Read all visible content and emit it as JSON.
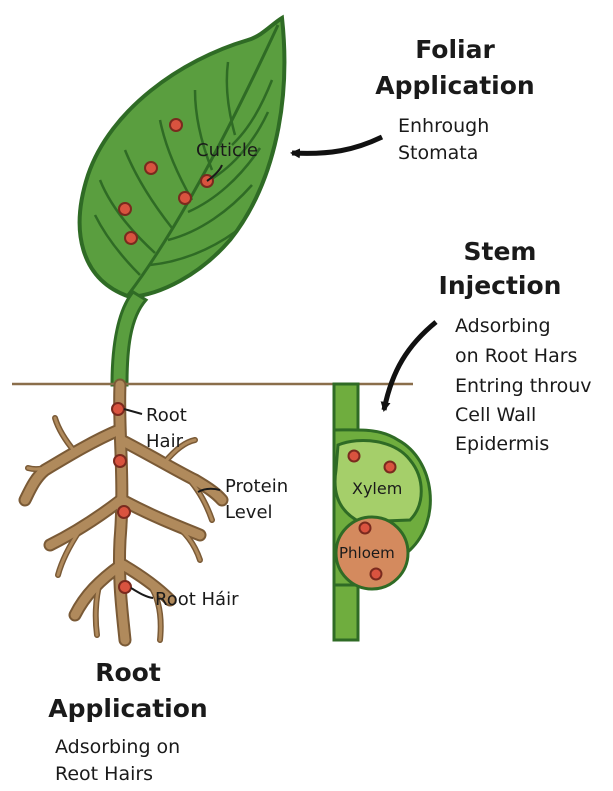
{
  "colors": {
    "leaf_fill": "#5a9e3f",
    "leaf_outline": "#2f6b25",
    "root_fill": "#b08a5c",
    "root_outline": "#7a5a36",
    "ground_line": "#8a6e4b",
    "dot_fill": "#d9533f",
    "stem_outer": "#6fad3e",
    "phloem_fill": "#d48a5e"
  },
  "foliar": {
    "title_line1": "Foliar",
    "title_line2": "Application",
    "desc_line1": "Enhrough",
    "desc_line2": "Stomata"
  },
  "stem": {
    "title_line1": "Stem",
    "title_line2": "Injection",
    "desc_lines": [
      "Adsorbing",
      "on Root Hars",
      "Entring throuv",
      "Cell Wall",
      "Epidermis"
    ]
  },
  "root": {
    "title_line1": "Root",
    "title_line2": "Application",
    "desc_line1": "Adsorbing on",
    "desc_line2": "Reot Hairs"
  },
  "labels": {
    "cuticle": "Cuticle",
    "root_hair_1_line1": "Root",
    "root_hair_1_line2": "Hair",
    "protein_line1": "Protein",
    "protein_line2": "Level",
    "root_hair_2": "Root Háir",
    "xylem": "Xylem",
    "phloem": "Phloem"
  }
}
